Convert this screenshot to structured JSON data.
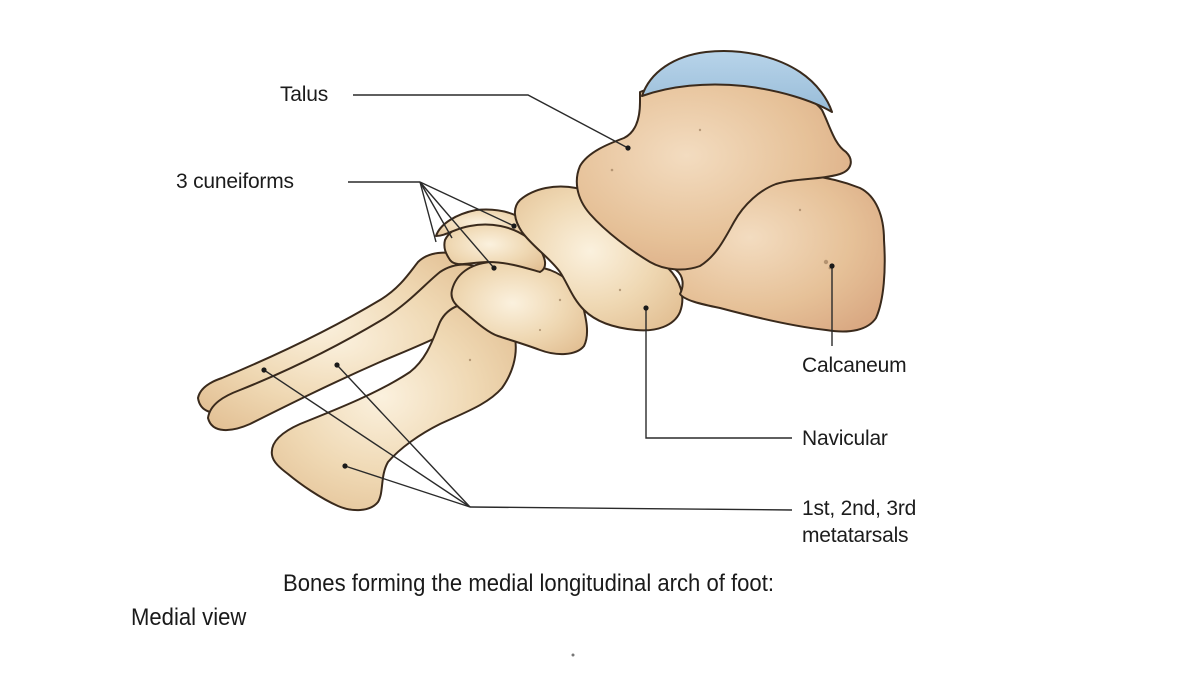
{
  "diagram": {
    "title": "Bones forming the medial longitudinal arch of foot:",
    "subtitle": "Medial view",
    "colors": {
      "bone_fill": "#ecd2a8",
      "bone_fill_light": "#f6e6cc",
      "bone_fill_dark": "#deb48a",
      "bone_outline": "#3a2a1c",
      "cartilage_fill": "#a9c8e0",
      "leader_line": "#2a2a2a",
      "background": "#ffffff"
    },
    "labels": [
      {
        "id": "talus",
        "text": "Talus"
      },
      {
        "id": "cuneiforms",
        "text": "3 cuneiforms"
      },
      {
        "id": "calcaneum",
        "text": "Calcaneum"
      },
      {
        "id": "navicular",
        "text": "Navicular"
      },
      {
        "id": "metatarsals_line1",
        "text": "1st, 2nd, 3rd"
      },
      {
        "id": "metatarsals_line2",
        "text": "metatarsals"
      }
    ],
    "structures": [
      {
        "name": "Talus",
        "note": "trochlear articular surface shown in blue"
      },
      {
        "name": "Calcaneum"
      },
      {
        "name": "Navicular"
      },
      {
        "name": "3 cuneiforms"
      },
      {
        "name": "1st, 2nd, 3rd metatarsals"
      }
    ]
  }
}
